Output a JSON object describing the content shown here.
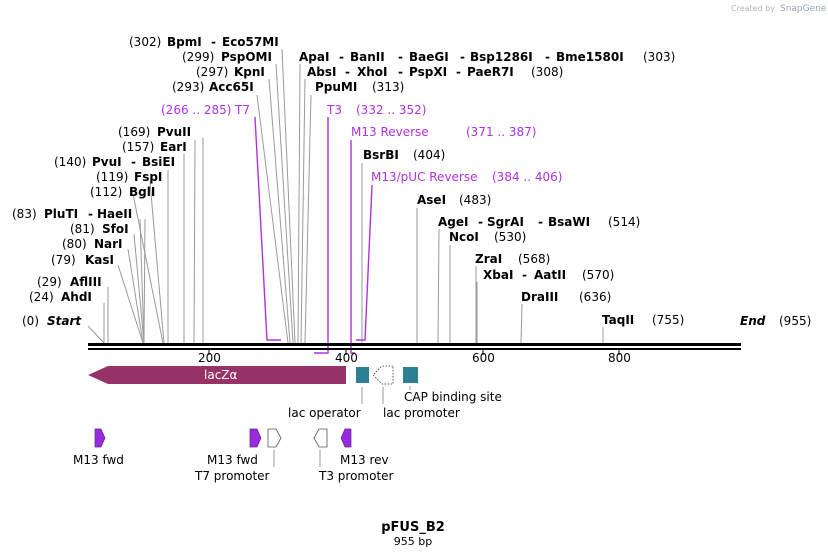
{
  "credit": {
    "text": "Created by",
    "brand": "SnapGene"
  },
  "map": {
    "title": "pFUS_B2",
    "length_label": "955 bp",
    "start_label": "Start",
    "start_pos": "(0)",
    "end_label": "End",
    "end_pos": "(955)",
    "axis_ticks": [
      "200",
      "400",
      "600",
      "800"
    ]
  },
  "enzymes": [
    {
      "name": "AhdI",
      "pos": "(24)"
    },
    {
      "name": "AflIII",
      "pos": "(29)"
    },
    {
      "name": "KasI",
      "pos": "(79)"
    },
    {
      "name": "NarI",
      "pos": "(80)"
    },
    {
      "name": "SfoI",
      "pos": "(81)"
    },
    {
      "name": "PluTI",
      "pos": "(83)",
      "extra": "HaeII"
    },
    {
      "name": "BglI",
      "pos": "(112)"
    },
    {
      "name": "FspI",
      "pos": "(119)"
    },
    {
      "name": "PvuI",
      "pos": "(140)",
      "extra": "BsiEI"
    },
    {
      "name": "EarI",
      "pos": "(157)"
    },
    {
      "name": "PvuII",
      "pos": "(169)"
    },
    {
      "name": "Acc65I",
      "pos": "(293)"
    },
    {
      "name": "KpnI",
      "pos": "(297)"
    },
    {
      "name": "PspOMI",
      "pos": "(299)"
    },
    {
      "name": "BpmI",
      "pos": "(302)",
      "extra": "Eco57MI"
    },
    {
      "name": "ApaI",
      "pos": "(303)",
      "group": [
        "ApaI",
        "BanII",
        "BaeGI",
        "Bsp1286I",
        "Bme1580I"
      ]
    },
    {
      "name": "AbsI",
      "pos": "(308)",
      "group": [
        "AbsI",
        "XhoI",
        "PspXI",
        "PaeR7I"
      ]
    },
    {
      "name": "PpuMI",
      "pos": "(313)"
    },
    {
      "name": "BsrBI",
      "pos": "(404)"
    },
    {
      "name": "AseI",
      "pos": "(483)"
    },
    {
      "name": "AgeI",
      "pos": "(514)",
      "group": [
        "AgeI",
        "SgrAI",
        "BsaWI"
      ]
    },
    {
      "name": "NcoI",
      "pos": "(530)"
    },
    {
      "name": "ZraI",
      "pos": "(568)"
    },
    {
      "name": "XbaI",
      "pos": "(570)",
      "extra": "AatII"
    },
    {
      "name": "DraIII",
      "pos": "(636)"
    },
    {
      "name": "TaqII",
      "pos": "(755)"
    }
  ],
  "primers_top": [
    {
      "name": "T7",
      "range": "(266 .. 285)"
    },
    {
      "name": "T3",
      "range": "(332 .. 352)"
    },
    {
      "name": "M13 Reverse",
      "range": "(371 .. 387)"
    },
    {
      "name": "M13/pUC Reverse",
      "range": "(384 .. 406)"
    }
  ],
  "features": {
    "lacz": "lacZα",
    "lac_operator": "lac operator",
    "lac_promoter": "lac promoter",
    "cap_site": "CAP binding site",
    "m13_fwd_1": "M13 fwd",
    "m13_fwd_2": "M13 fwd",
    "t7_promoter": "T7 promoter",
    "t3_promoter": "T3 promoter",
    "m13_rev": "M13 rev"
  },
  "colors": {
    "lacz": "#963266",
    "purple_primer": "#b031e0",
    "feature_box": "#2f7f94",
    "purple_arrow": "#9a2ae0"
  }
}
